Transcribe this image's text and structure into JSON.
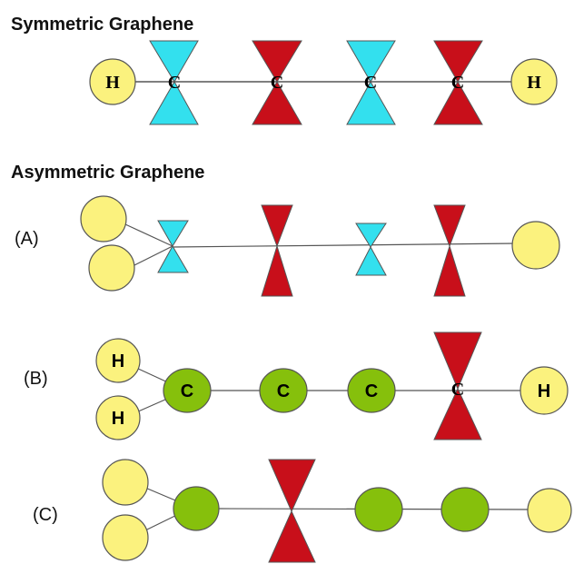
{
  "titles": {
    "symmetric": "Symmetric Graphene",
    "asymmetric": "Asymmetric Graphene"
  },
  "row_labels": {
    "a": "(A)",
    "b": "(B)",
    "c": "(C)"
  },
  "atoms": {
    "h": "H",
    "c": "C"
  },
  "colors": {
    "hydrogen": "#fbf27e",
    "cyan": "#33e0ee",
    "red": "#c80f1a",
    "green": "#86c00c",
    "outline": "#555555",
    "bond": "#555555"
  },
  "icons": [
    "bowtie-cyan",
    "bowtie-red",
    "circle-yellow",
    "circle-green"
  ]
}
